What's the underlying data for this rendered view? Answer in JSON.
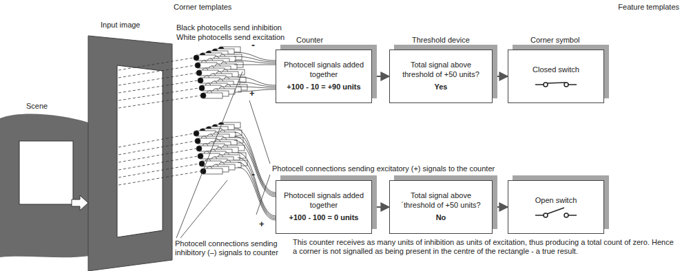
{
  "diagram": {
    "nodes": [
      {
        "text": [
          "Photocell signals added together",
          "+100 - 10 = +90 units"
        ]
      },
      {
        "text": [
          "Total signal above threshold of +50 units?",
          "Yes"
        ]
      },
      {
        "text": [
          "Closed switch"
        ]
      },
      {
        "text": [
          "Photocell signals added together",
          "+100 - 100 = 0 units"
        ]
      },
      {
        "text": [
          "Total signal above ´threshold of +50 units?",
          "No"
        ]
      },
      {
        "text": [
          "Open switch"
        ]
      }
    ],
    "edges": [
      {
        "from": 0,
        "to": 1,
        "arrow": "to"
      },
      {
        "from": 1,
        "to": 2,
        "arrow": "to"
      },
      {
        "from": 3,
        "to": 4,
        "arrow": "to"
      },
      {
        "from": 4,
        "to": 5,
        "arrow": "to"
      }
    ],
    "labels": [
      "Corner templates",
      "Feature templates",
      "Input image",
      "Scene",
      "Black photocells send inhibition",
      "White photocells send excitation",
      "Counter",
      "Threshold device",
      "Corner symbol",
      "-",
      "+",
      "Photocell connections sending excitatory (+) signals to the counter",
      "-",
      "+",
      "Photocell connections sending inhibitory (–) signals to counter",
      "This counter receives as many units of inhibition as units of excitation, thus producing a total count of zero. Hence a corner is not signalled as being present in the centre of the rectangle - a true result."
    ]
  }
}
